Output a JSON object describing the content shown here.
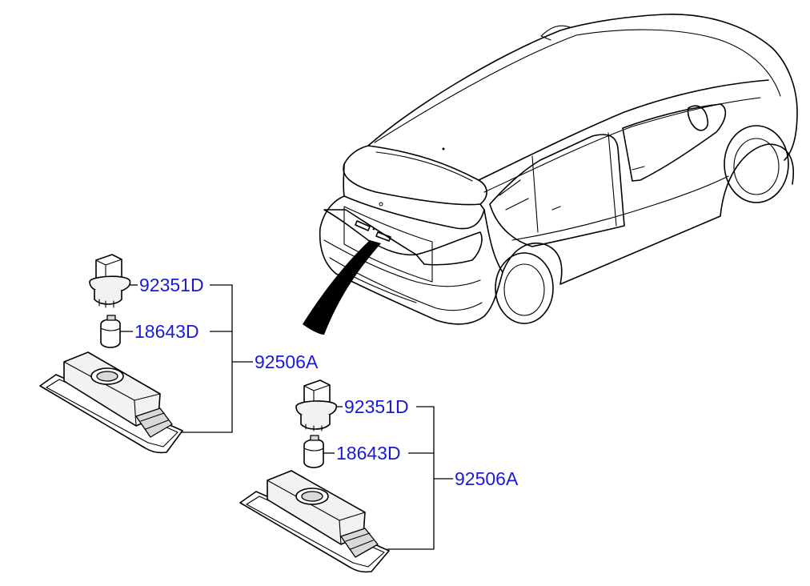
{
  "colors": {
    "label": "#1a1ad6",
    "line": "#000000",
    "background": "#ffffff"
  },
  "assemblies": [
    {
      "parts": [
        {
          "code": "92351D",
          "icon": "bulb-socket-icon"
        },
        {
          "code": "18643D",
          "icon": "bulb-icon"
        }
      ],
      "assembly_code": "92506A",
      "icon": "license-lamp-housing-icon"
    },
    {
      "parts": [
        {
          "code": "92351D",
          "icon": "bulb-socket-icon"
        },
        {
          "code": "18643D",
          "icon": "bulb-icon"
        }
      ],
      "assembly_code": "92506A",
      "icon": "license-lamp-housing-icon"
    }
  ],
  "vehicle": {
    "icon": "station-wagon-rear-icon"
  }
}
